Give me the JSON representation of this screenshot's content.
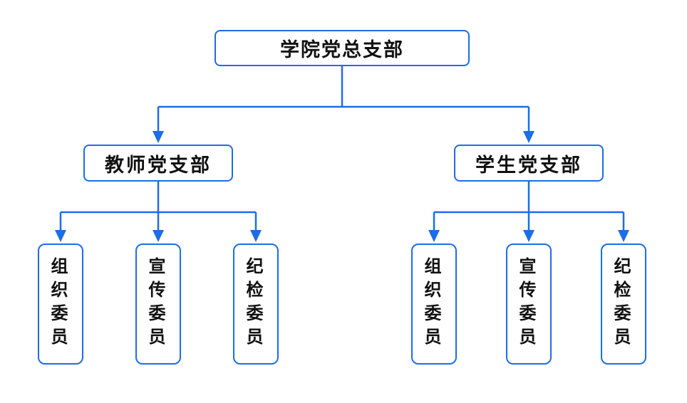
{
  "diagram": {
    "type": "org-chart",
    "root": {
      "label": "学院党总支部"
    },
    "branches": [
      {
        "label": "教师党支部",
        "children": [
          {
            "label": "组织委员"
          },
          {
            "label": "宣传委员"
          },
          {
            "label": "纪检委员"
          }
        ]
      },
      {
        "label": "学生党支部",
        "children": [
          {
            "label": "组织委员"
          },
          {
            "label": "宣传委员"
          },
          {
            "label": "纪检委员"
          }
        ]
      }
    ]
  },
  "colors": {
    "line": "#1A6EE8",
    "text": "#111111",
    "background": "#FFFFFF"
  }
}
